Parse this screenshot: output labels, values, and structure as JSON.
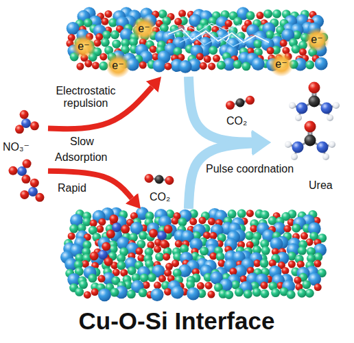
{
  "diagram": {
    "nodes": [
      {
        "text": [
          "NO₃⁻"
        ]
      },
      {
        "text": [
          "e⁻",
          "e⁻",
          "e⁻",
          "e⁻",
          "e⁻"
        ]
      },
      {
        "text": [
          "Cu-O-Si Interface"
        ]
      },
      {
        "text": [
          "Urea"
        ]
      }
    ],
    "edges": [
      {
        "from": 0,
        "to": 1,
        "arrow": "to",
        "label": "Slow"
      },
      {
        "from": 0,
        "to": 2,
        "arrow": "to",
        "label": "Rapid"
      },
      {
        "from": 1,
        "to": 3,
        "arrow": "to",
        "label": "Pulse coordnation"
      },
      {
        "from": 2,
        "to": 3,
        "arrow": "to"
      }
    ],
    "labels": [
      "Electrostatic repulsion",
      "Adsorption",
      "CO₂",
      "CO₂"
    ]
  }
}
